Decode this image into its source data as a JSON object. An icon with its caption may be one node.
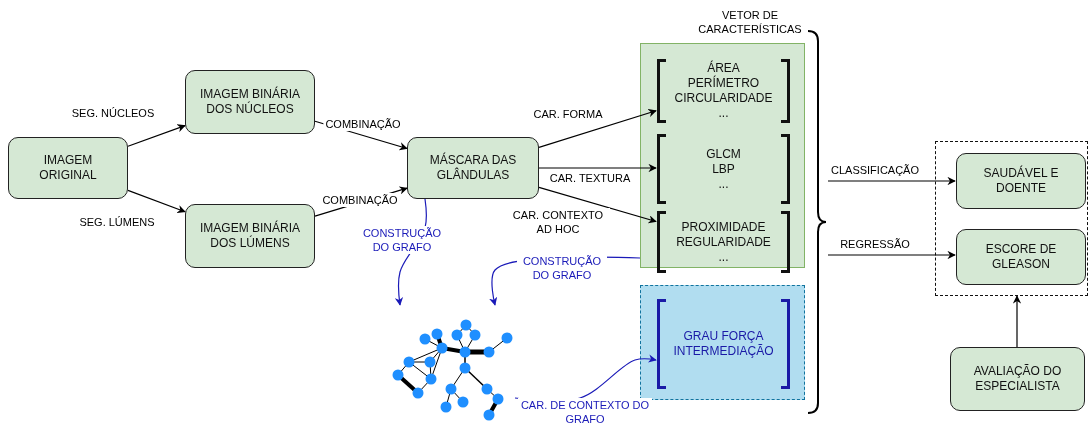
{
  "diagram": {
    "nodes": [
      {
        "text": [
          "IMAGEM ORIGINAL"
        ]
      },
      {
        "text": [
          "IMAGEM BINÁRIA DOS NÚCLEOS"
        ]
      },
      {
        "text": [
          "IMAGEM BINÁRIA DOS LÚMENS"
        ]
      },
      {
        "text": [
          "MÁSCARA DAS GLÂNDULAS"
        ]
      },
      {
        "text": [],
        "shape": "box"
      },
      {
        "text": [
          "ÁREA PERÍMETRO CIRCULARIDADE ..."
        ],
        "in": 4
      },
      {
        "text": [
          "GLCM LBP ..."
        ],
        "in": 4
      },
      {
        "text": [
          "PROXIMIDADE REGULARIDADE ..."
        ],
        "in": 4
      },
      {
        "text": [],
        "shape": "picture"
      },
      {
        "text": [],
        "shape": "box"
      },
      {
        "text": [
          "GRAU FORÇA INTERMEDIAÇÃO"
        ],
        "in": 9
      },
      {
        "text": [],
        "shape": "brace"
      },
      {
        "text": [],
        "shape": "box"
      },
      {
        "text": [
          "SAUDÁVEL E DOENTE"
        ],
        "in": 12
      },
      {
        "text": [
          "ESCORE DE GLEASON"
        ],
        "in": 12
      },
      {
        "text": [
          "AVALIAÇÃO DO ESPECIALISTA"
        ]
      }
    ],
    "edges": [
      {
        "from": 0,
        "to": 1,
        "arrow": "to",
        "label": "SEG. NÚCLEOS"
      },
      {
        "from": 0,
        "to": 2,
        "arrow": "to",
        "label": "SEG. LÚMENS"
      },
      {
        "from": 1,
        "to": 3,
        "arrow": "to",
        "label": "COMBINAÇÃO"
      },
      {
        "from": 2,
        "to": 3,
        "arrow": "to",
        "label": "COMBINAÇÃO"
      },
      {
        "from": 3,
        "to": 5,
        "arrow": "to",
        "label": "CAR. FORMA"
      },
      {
        "from": 3,
        "to": 6,
        "arrow": "to",
        "label": "CAR. TEXTURA"
      },
      {
        "from": 3,
        "to": 7,
        "arrow": "to",
        "label": "CAR. CONTEXTO AD HOC"
      },
      {
        "from": 3,
        "to": 8,
        "arrow": "to",
        "label": "CONSTRUÇÃO DO GRAFO",
        "color": "#1a1ab8"
      },
      {
        "from": 4,
        "to": 8,
        "arrow": "to",
        "label": "CONSTRUÇÃO DO GRAFO",
        "color": "#1a1ab8"
      },
      {
        "from": 8,
        "to": 10,
        "arrow": "to",
        "label": "CAR. DE CONTEXTO DO GRAFO",
        "color": "#1a1ab8"
      },
      {
        "from": 11,
        "to": 13,
        "arrow": "to",
        "label": "CLASSIFICAÇÃO"
      },
      {
        "from": 11,
        "to": 14,
        "arrow": "to",
        "label": "REGRESSÃO"
      },
      {
        "from": 15,
        "to": 12,
        "arrow": "to"
      }
    ],
    "labels": [
      "VETOR DE CARACTERÍSTICAS"
    ]
  }
}
